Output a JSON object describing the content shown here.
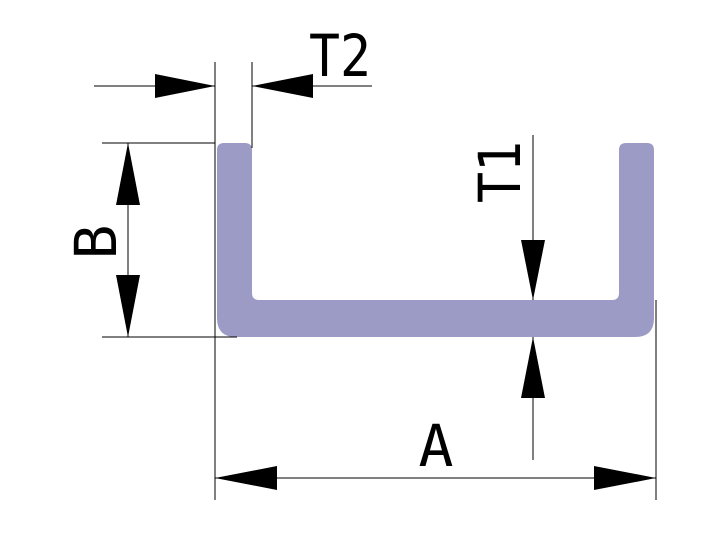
{
  "diagram": {
    "description_free": true,
    "labels": {
      "width": "A",
      "height": "B",
      "bottom_thickness": "T1",
      "wall_thickness": "T2"
    },
    "colors": {
      "profile_fill": "#9b9bc6",
      "line": "#000000",
      "background": "#ffffff"
    }
  }
}
